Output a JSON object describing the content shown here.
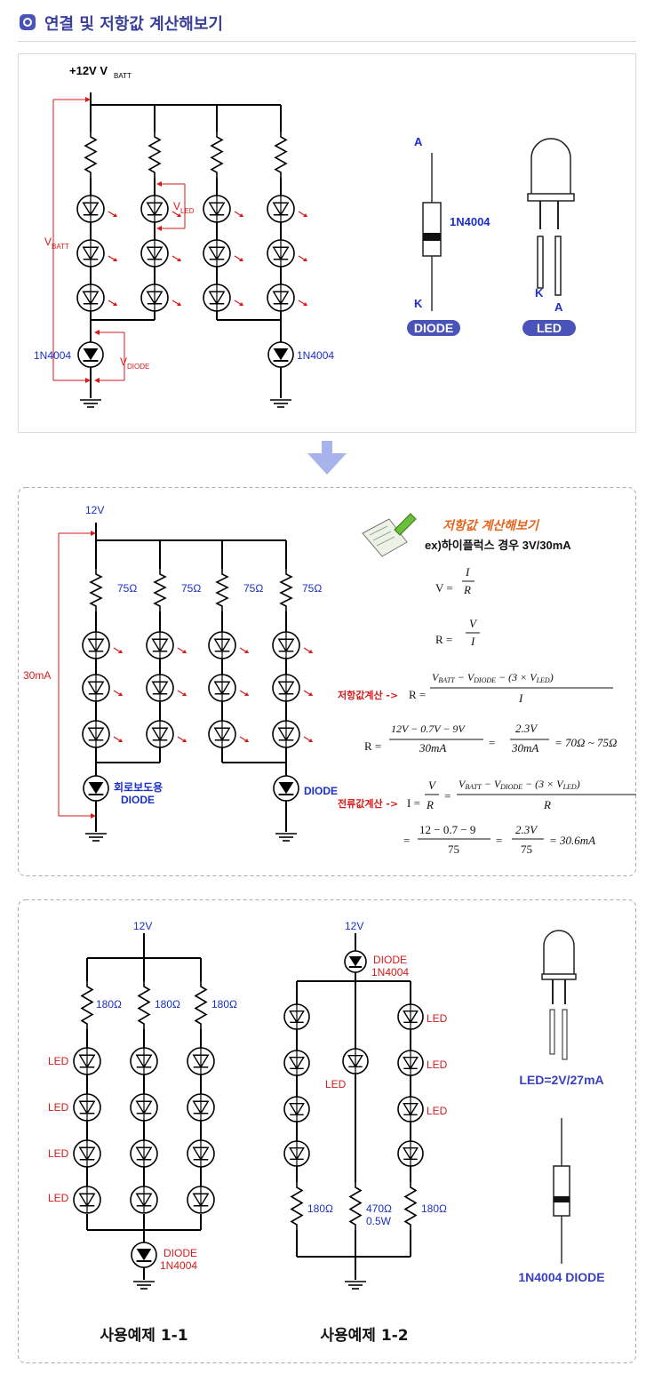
{
  "header": {
    "title": "연결 및 저항값 계산해보기"
  },
  "section1": {
    "supply_label": "+12V V",
    "supply_sub": "BATT",
    "vbatt_label": "V",
    "vbatt_sub": "BATT",
    "vled_label": "V",
    "vled_sub": "LED",
    "vdiode_label": "V",
    "vdiode_sub": "DIODE",
    "diode_left": "1N4004",
    "diode_right": "1N4004",
    "part_diode": {
      "anode": "A",
      "cathode": "K",
      "model": "1N4004",
      "caption": "DIODE"
    },
    "part_led": {
      "cathode": "K",
      "anode": "A",
      "caption": "LED"
    }
  },
  "section2": {
    "supply": "12V",
    "current": "30mA",
    "resistors": [
      "75Ω",
      "75Ω",
      "75Ω",
      "75Ω"
    ],
    "diode_left_line1": "회로보도용",
    "diode_left_line2": "DIODE",
    "diode_right": "DIODE",
    "calc_title": "저항값 계산해보기",
    "calc_example": "ex)하이플럭스 경우 3V/30mA",
    "label_resistor_calc": "저항값계산 ->",
    "label_current_calc": "전류값계산 ->"
  },
  "section3": {
    "ex1": {
      "supply": "12V",
      "resistors": [
        "180Ω",
        "180Ω",
        "180Ω"
      ],
      "led_labels": [
        "LED",
        "LED",
        "LED",
        "LED"
      ],
      "diode_line1": "DIODE",
      "diode_line2": "1N4004",
      "caption": "사용예제 1-1"
    },
    "ex2": {
      "supply": "12V",
      "diode_line1": "DIODE",
      "diode_line2": "1N4004",
      "led_right": [
        "LED",
        "LED",
        "LED"
      ],
      "led_middle": "LED",
      "res_left": "180Ω",
      "res_mid_line1": "470Ω",
      "res_mid_line2": "0.5W",
      "res_right": "180Ω",
      "caption": "사용예제 1-2"
    },
    "led_spec": "LED=2V/27mA",
    "diode_spec": "1N4004 DIODE"
  }
}
